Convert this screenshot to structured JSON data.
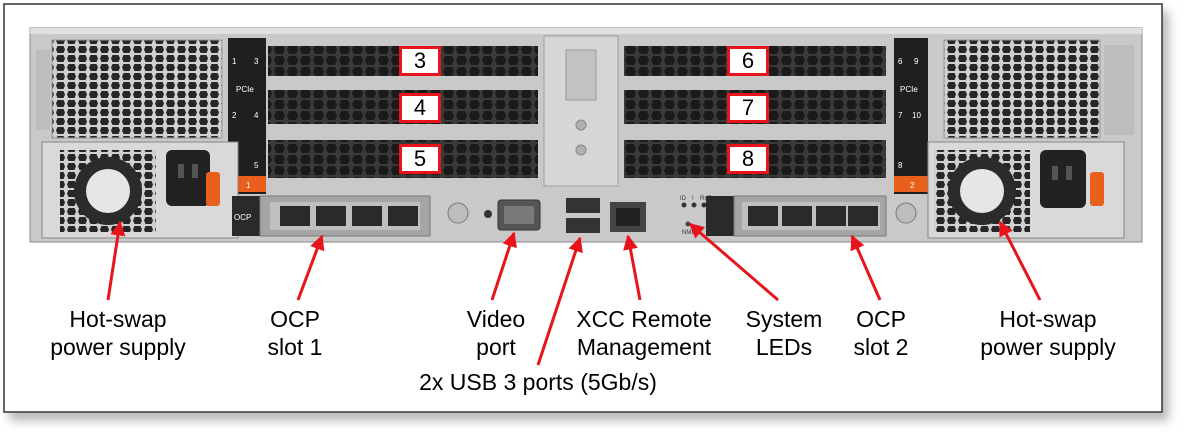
{
  "figure": {
    "slot_numbers": [
      "3",
      "4",
      "5",
      "6",
      "7",
      "8"
    ],
    "left_strip": {
      "top": [
        "1",
        "3"
      ],
      "mid": [
        "2",
        "4"
      ],
      "bottom": "5",
      "pcie": "PCIe",
      "tag": "1"
    },
    "right_strip": {
      "top": [
        "6",
        "9"
      ],
      "mid": [
        "7",
        "10"
      ],
      "bottom": "8",
      "pcie": "PCIe",
      "tag": "2"
    },
    "ocp_small": "OCP",
    "nmi_text": "NMI",
    "led_text": [
      "ID",
      "!",
      "RsT"
    ],
    "labels": {
      "psu_left": [
        "Hot-swap",
        "power supply"
      ],
      "ocp1": [
        "OCP",
        "slot 1"
      ],
      "video": [
        "Video",
        "port"
      ],
      "xcc": [
        "XCC Remote",
        "Management"
      ],
      "leds": [
        "System",
        "LEDs"
      ],
      "ocp2": [
        "OCP",
        "slot 2"
      ],
      "psu_right": [
        "Hot-swap",
        "power supply"
      ],
      "usb": "2x USB 3 ports (5Gb/s)"
    },
    "colors": {
      "callout": "#e8141b",
      "chassis": "#c9c9c9",
      "accent": "#e8601c"
    }
  }
}
